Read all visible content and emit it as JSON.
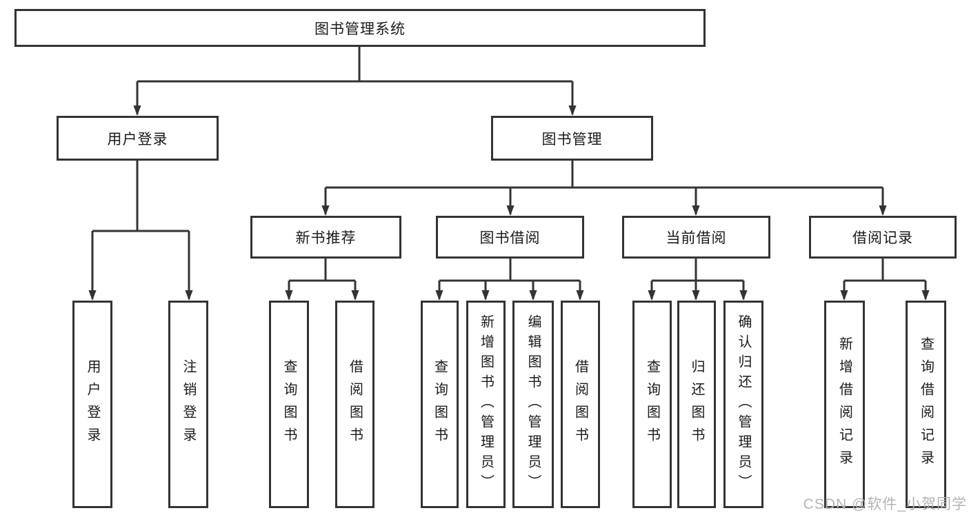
{
  "diagram": {
    "title": "图书管理系统",
    "type": "hierarchy-tree",
    "colors": {
      "line": "#333333",
      "text": "#1a1a1a",
      "background": "#ffffff",
      "watermark": "#b3b3b3"
    },
    "nodes": {
      "root": "图书管理系统",
      "level1": [
        "用户登录",
        "图书管理"
      ],
      "level2": [
        "新书推荐",
        "图书借阅",
        "当前借阅",
        "借阅记录"
      ],
      "leaves": [
        "用户登录",
        "注销登录",
        "查询图书",
        "借阅图书",
        "查询图书",
        "新增图书（管理员）",
        "编辑图书（管理员）",
        "借阅图书",
        "查询图书",
        "归还图书",
        "确认归还（管理员）",
        "新增借阅记录",
        "查询借阅记录"
      ]
    },
    "edges": [
      "图书管理系统→用户登录",
      "图书管理系统→图书管理",
      "用户登录→用户登录",
      "用户登录→注销登录",
      "图书管理→新书推荐",
      "图书管理→图书借阅",
      "图书管理→当前借阅",
      "图书管理→借阅记录",
      "新书推荐→查询图书",
      "新书推荐→借阅图书",
      "图书借阅→查询图书",
      "图书借阅→新增图书（管理员）",
      "图书借阅→编辑图书（管理员）",
      "图书借阅→借阅图书",
      "当前借阅→查询图书",
      "当前借阅→归还图书",
      "当前借阅→确认归还（管理员）",
      "借阅记录→新增借阅记录",
      "借阅记录→查询借阅记录"
    ]
  },
  "watermark": "CSDN @软件_小贺同学"
}
